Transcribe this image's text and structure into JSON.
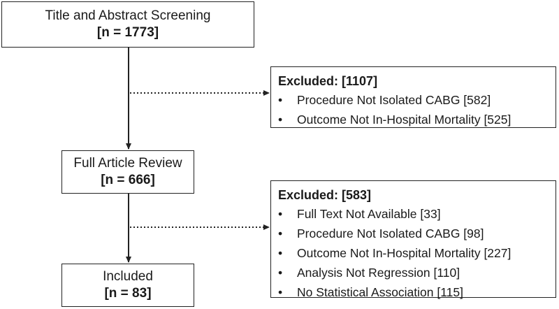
{
  "flow": {
    "screening": {
      "title": "Title and Abstract Screening",
      "count": "[n = 1773]"
    },
    "review": {
      "title": "Full Article Review",
      "count": "[n = 666]"
    },
    "included": {
      "title": "Included",
      "count": "[n = 83]"
    }
  },
  "exclusions": [
    {
      "title": "Excluded: [1107]",
      "items": [
        "Procedure Not Isolated CABG [582]",
        "Outcome Not In-Hospital Mortality [525]"
      ]
    },
    {
      "title": "Excluded: [583]",
      "items": [
        "Full Text Not Available [33]",
        "Procedure Not Isolated CABG [98]",
        "Outcome Not In-Hospital Mortality [227]",
        "Analysis Not Regression [110]",
        "No Statistical Association [115]"
      ]
    }
  ],
  "bullet": "•",
  "colors": {
    "line": "#222222",
    "text": "#1a1a1a"
  }
}
